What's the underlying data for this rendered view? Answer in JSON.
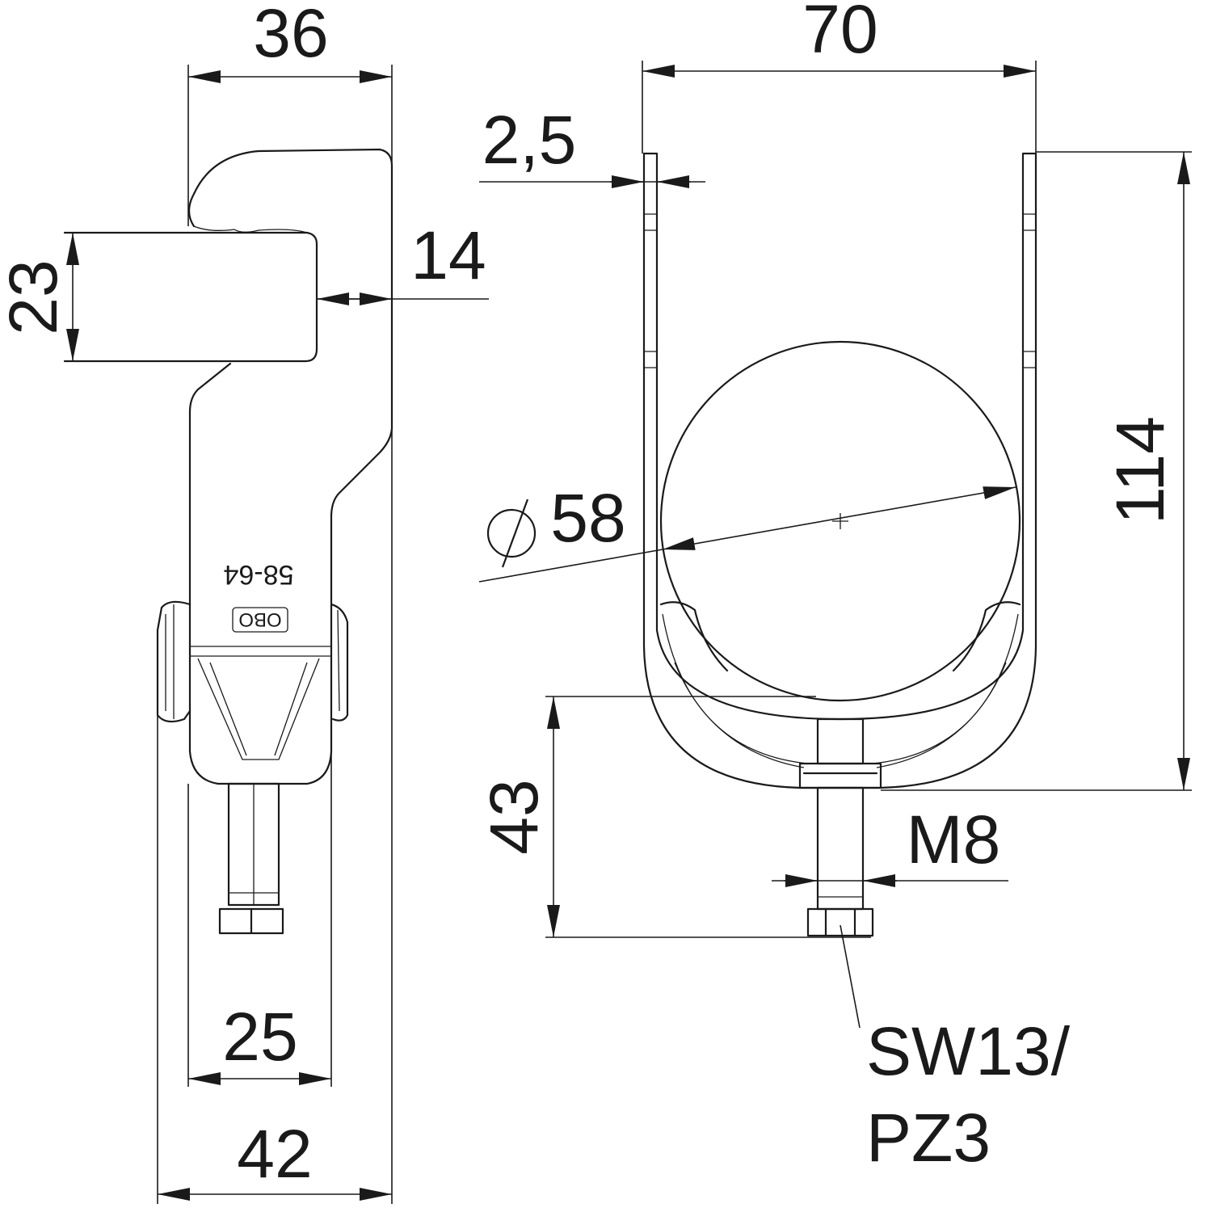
{
  "drawing": {
    "side_view": {
      "width_top": "36",
      "channel_height": "23",
      "channel_depth": "14",
      "base_width": "25",
      "clip_width": "42",
      "range_marking": "58-64",
      "logo": "OBO"
    },
    "front_view": {
      "overall_width": "70",
      "material_thickness": "2,5",
      "diameter_symbol": "⌀",
      "diameter": "58",
      "overall_height": "114",
      "bolt_height": "43",
      "thread": "M8",
      "drive_line1": "SW13/",
      "drive_line2": "PZ3"
    }
  }
}
